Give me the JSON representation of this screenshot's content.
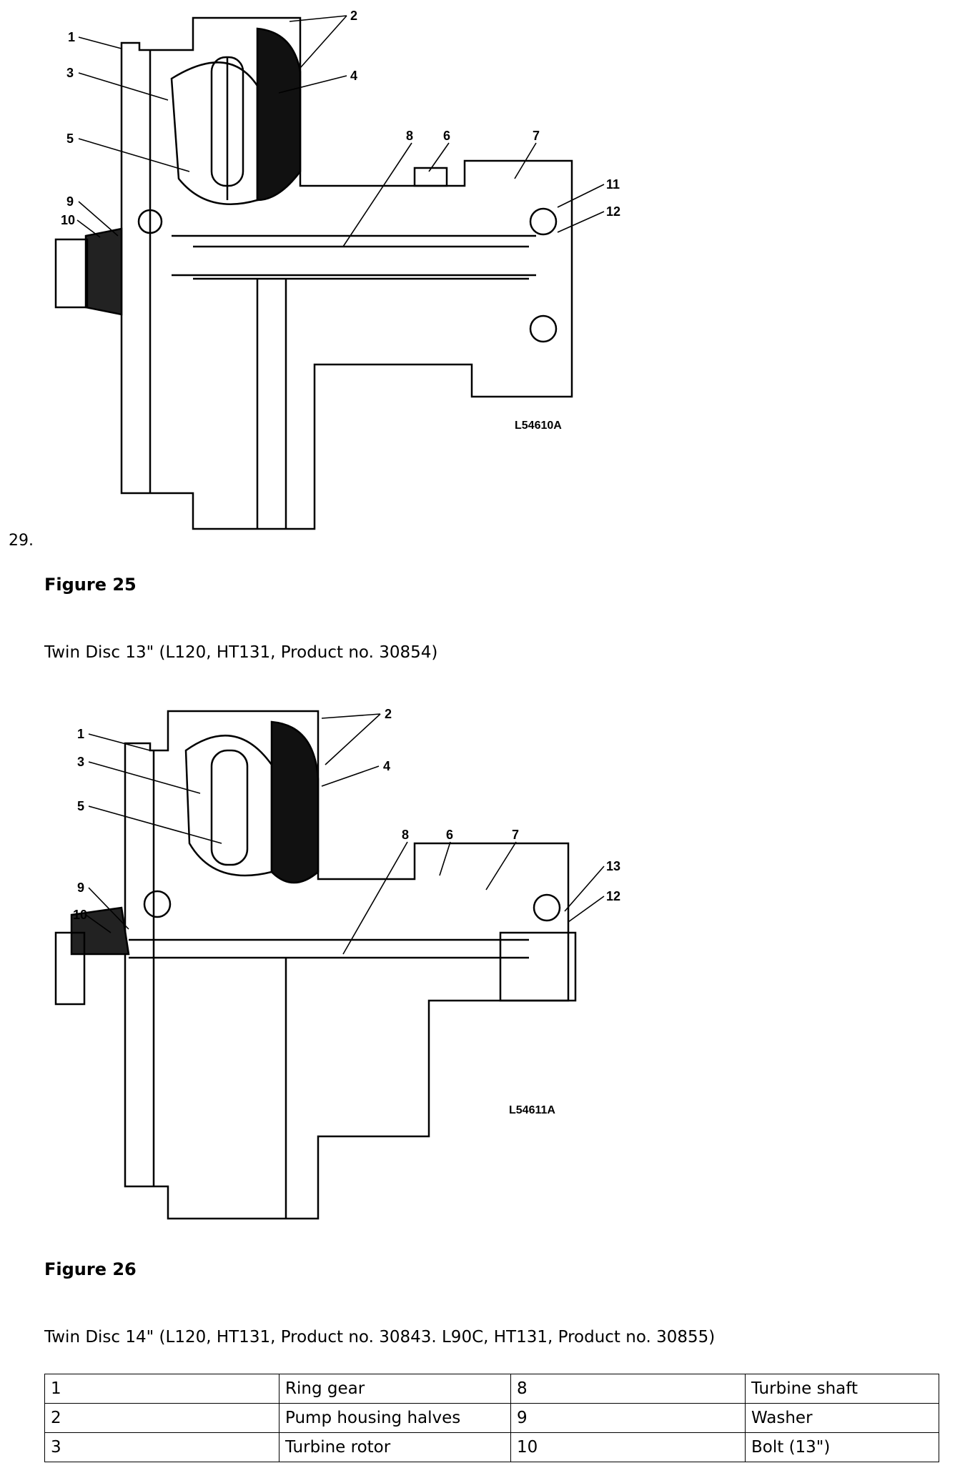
{
  "document": {
    "step_number": "29.",
    "figure25": {
      "title": "Figure 25",
      "caption": "Twin Disc 13\" (L120, HT131, Product no. 30854)",
      "drawing_code": "L54610A",
      "callouts": [
        "1",
        "2",
        "3",
        "4",
        "5",
        "6",
        "7",
        "8",
        "9",
        "10",
        "11",
        "12"
      ]
    },
    "figure26": {
      "title": "Figure 26",
      "caption": "Twin Disc 14\" (L120, HT131, Product no. 30843. L90C, HT131, Product no. 30855)",
      "drawing_code": "L54611A",
      "callouts": [
        "1",
        "2",
        "3",
        "4",
        "5",
        "6",
        "7",
        "8",
        "9",
        "10",
        "13",
        "12"
      ]
    },
    "parts_table": {
      "rows": [
        [
          "1",
          "Ring gear",
          "8",
          "Turbine shaft"
        ],
        [
          "2",
          "Pump housing halves",
          "9",
          "Washer"
        ],
        [
          "3",
          "Turbine rotor",
          "10",
          "Bolt (13\")"
        ]
      ]
    }
  }
}
